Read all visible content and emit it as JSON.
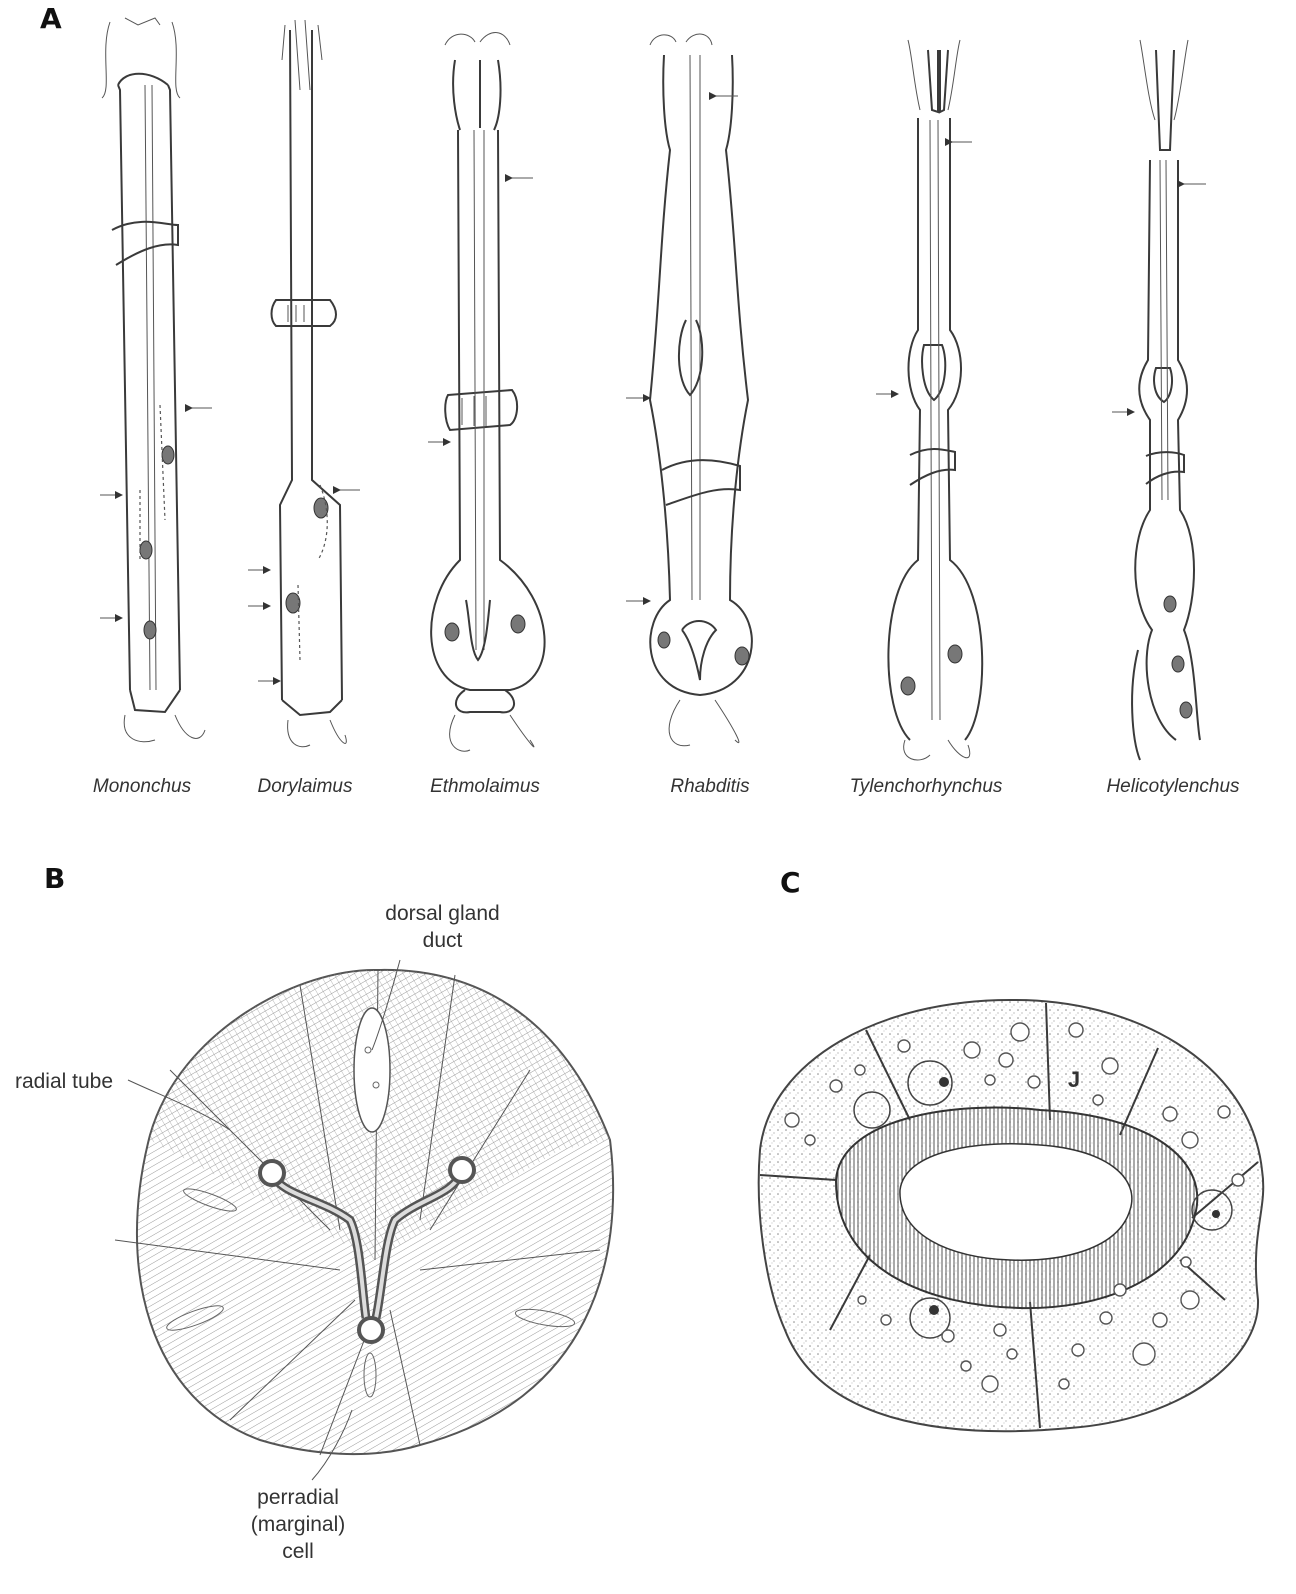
{
  "panels": {
    "a": {
      "letter": "A"
    },
    "b": {
      "letter": "B"
    },
    "c": {
      "letter": "C"
    }
  },
  "panel_a": {
    "species": [
      "Mononchus",
      "Dorylaimus",
      "Ethmolaimus",
      "Rhabditis",
      "Tylenchorhynchus",
      "Helicotylenchus"
    ]
  },
  "panel_b": {
    "labels": {
      "dorsal_gland_duct": [
        "dorsal gland",
        "duct"
      ],
      "radial_tube": "radial tube",
      "perradial_cell": [
        "perradial",
        "(marginal)",
        "cell"
      ]
    }
  },
  "panel_c": {
    "label_j": "J"
  },
  "colors": {
    "ink": "#3a3a3a",
    "lumen_wall": "#555555",
    "background": "#ffffff"
  }
}
